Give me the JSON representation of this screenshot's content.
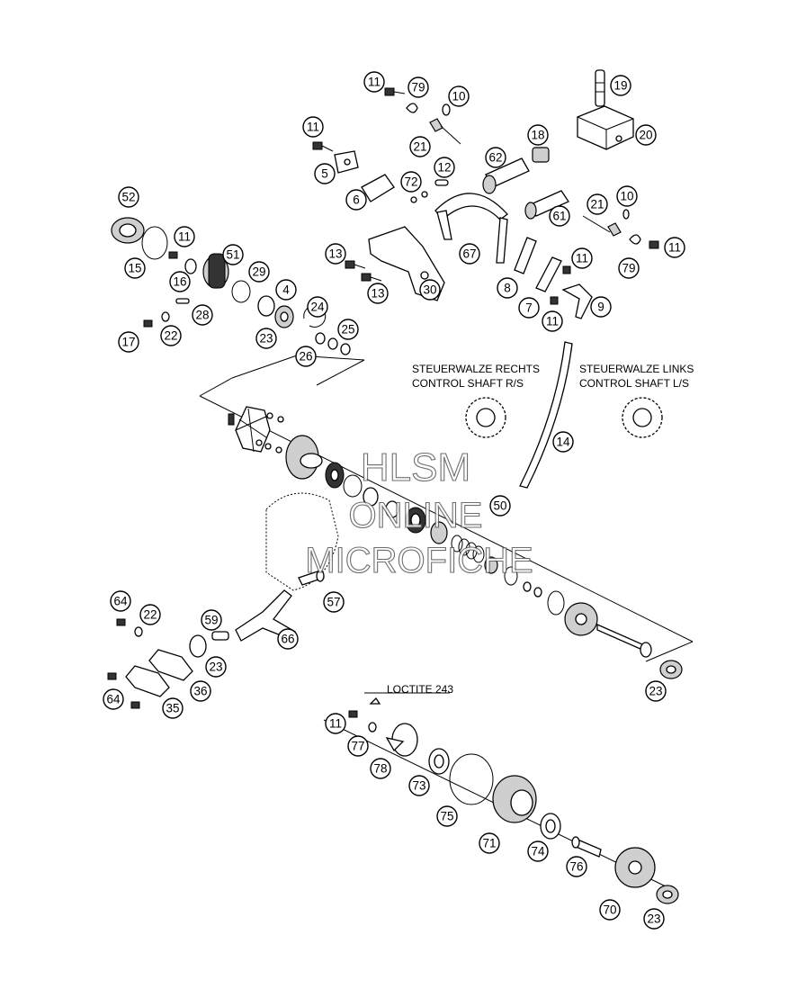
{
  "labels": {
    "control_right_de": "STEUERWALZE RECHTS",
    "control_right_en": "CONTROL SHAFT R/S",
    "control_left_de": "STEUERWALZE LINKS",
    "control_left_en": "CONTROL SHAFT L/S",
    "loctite": "LOCTITE 243"
  },
  "watermark": {
    "line1": "HLSM",
    "line2": "ONLINE",
    "line3": "MICROFICHE"
  },
  "callouts": [
    "11",
    "79",
    "10",
    "19",
    "20",
    "11",
    "18",
    "5",
    "21",
    "62",
    "12",
    "72",
    "6",
    "21",
    "10",
    "52",
    "11",
    "61",
    "67",
    "13",
    "51",
    "11",
    "15",
    "30",
    "13",
    "79",
    "16",
    "29",
    "4",
    "8",
    "11",
    "28",
    "24",
    "7",
    "9",
    "17",
    "22",
    "23",
    "25",
    "11",
    "26",
    "14",
    "50",
    "57",
    "64",
    "22",
    "59",
    "66",
    "23",
    "64",
    "36",
    "35",
    "23",
    "11",
    "77",
    "78",
    "73",
    "75",
    "71",
    "74",
    "76",
    "70",
    "23"
  ]
}
